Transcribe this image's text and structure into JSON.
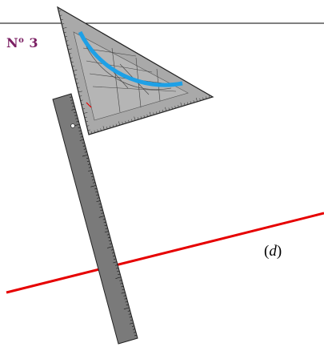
{
  "exercise": {
    "prefix": "N",
    "superscript": "o",
    "number": "3"
  },
  "line": {
    "name": "d",
    "color": "#e60000"
  },
  "colors": {
    "accent_purple": "#7b1f63",
    "ruler_fill": "#7a7a7a",
    "setsquare_fill": "#a9a9a9",
    "protractor_arc": "#1ea0e6"
  },
  "icons": [
    "set-square",
    "ruler",
    "protractor-arc"
  ]
}
